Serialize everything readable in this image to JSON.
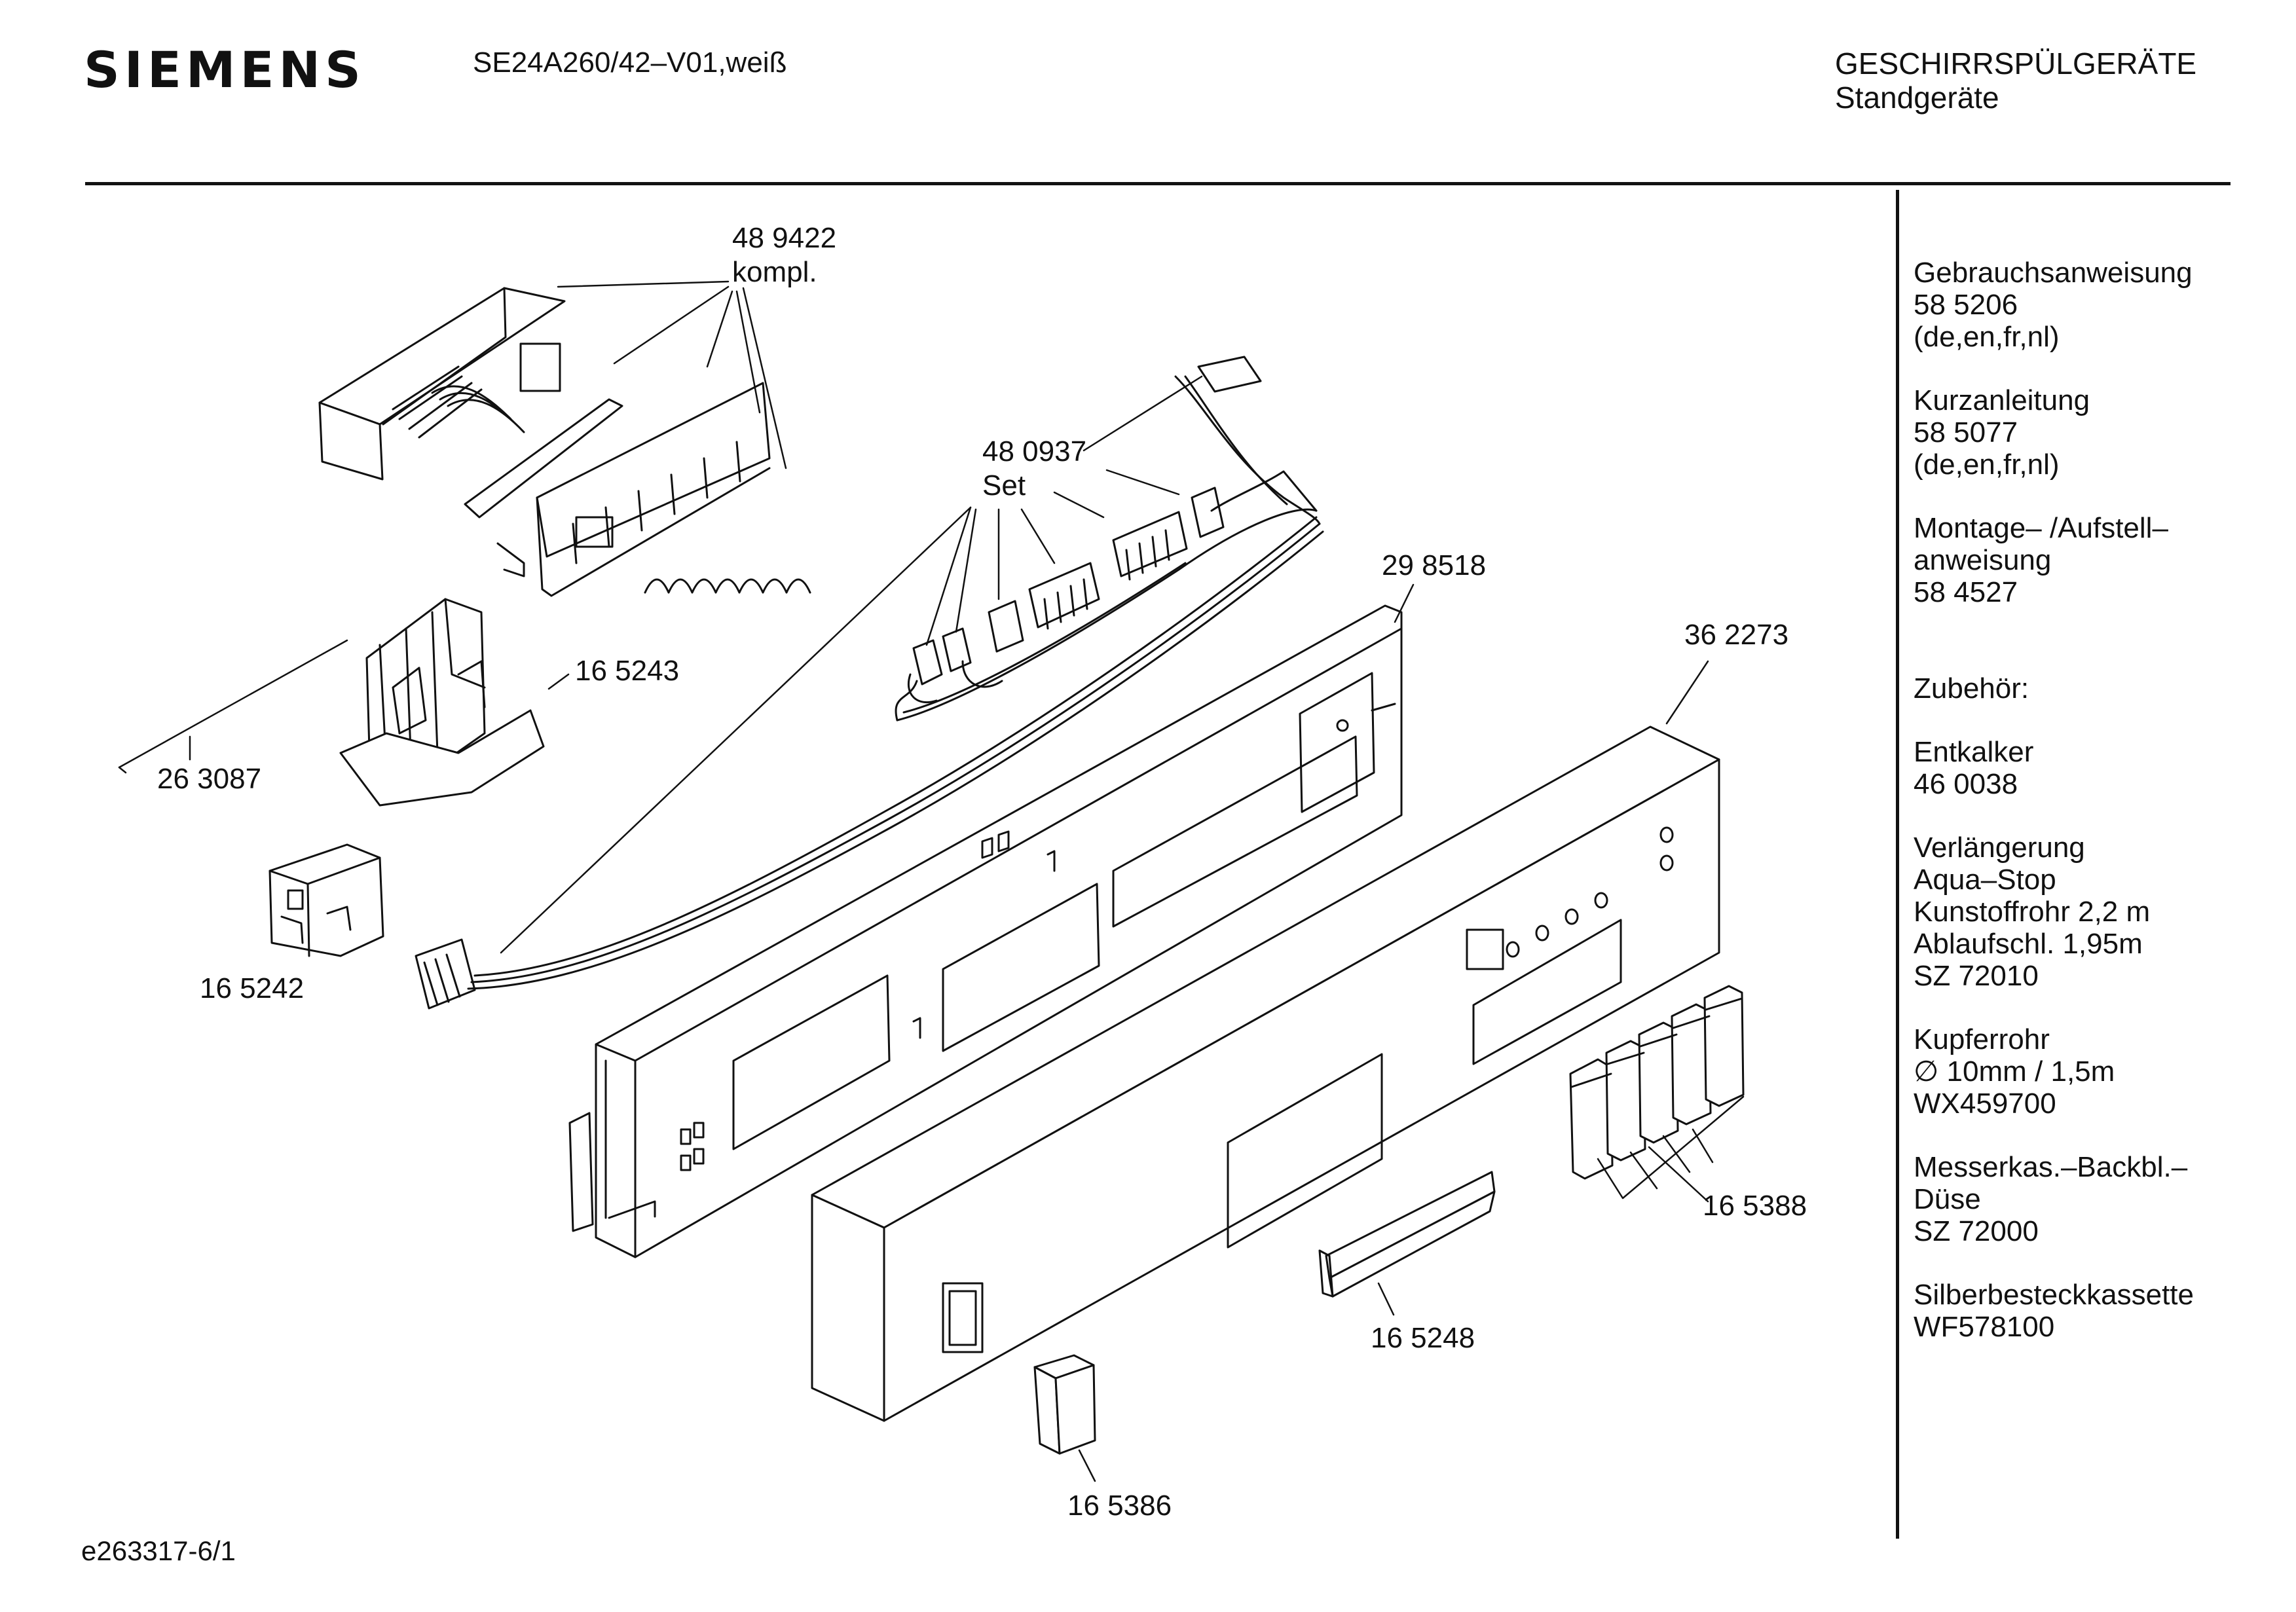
{
  "header": {
    "brand": "SIEMENS",
    "model": "SE24A260/42–V01,weiß",
    "category": "GESCHIRRSPÜLGERÄTE",
    "subcategory": "Standgeräte"
  },
  "footer": {
    "document_id": "e263317-6/1"
  },
  "parts": [
    {
      "number": "48 9422",
      "note": "kompl."
    },
    {
      "number": "48 0937",
      "note": "Set"
    },
    {
      "number": "29 8518"
    },
    {
      "number": "36 2273"
    },
    {
      "number": "16 5243"
    },
    {
      "number": "26 3087"
    },
    {
      "number": "16 5242"
    },
    {
      "number": "16 5388"
    },
    {
      "number": "16 5248"
    },
    {
      "number": "16 5386"
    }
  ],
  "sidebar": [
    {
      "lines": [
        "Gebrauchsanweisung",
        "58 5206",
        "(de,en,fr,nl)"
      ]
    },
    {
      "lines": [
        "Kurzanleitung",
        "58 5077",
        "(de,en,fr,nl)"
      ]
    },
    {
      "lines": [
        "Montage– /Aufstell–",
        "anweisung",
        "58 4527"
      ]
    },
    {
      "lines": [
        "Zubehör:"
      ]
    },
    {
      "lines": [
        "Entkalker",
        "46 0038"
      ]
    },
    {
      "lines": [
        "Verlängerung",
        "Aqua–Stop",
        "Kunstoffrohr 2,2 m",
        "Ablaufschl. 1,95m",
        "SZ 72010"
      ]
    },
    {
      "lines": [
        "Kupferrohr",
        "∅ 10mm / 1,5m",
        "WX459700"
      ]
    },
    {
      "lines": [
        "Messerkas.–Backbl.–",
        "Düse",
        "SZ 72000"
      ]
    },
    {
      "lines": [
        "Silberbesteckkassette",
        "WF578100"
      ]
    }
  ]
}
